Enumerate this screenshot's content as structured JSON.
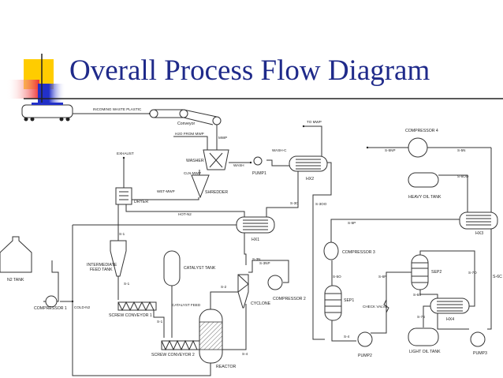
{
  "slide": {
    "title": "Overall Process Flow Diagram",
    "title_color": "#1f2a8a"
  },
  "labels": {
    "incoming": "INCOMING WASTE PLASTIC",
    "conveyor": "Conveyor",
    "mwp": "MWP",
    "h2o": "H2O FROM MWP",
    "washer": "WASHER",
    "wash": "WASH",
    "cln_mwp": "CLN-MWP",
    "shredder": "SHREDDER",
    "wet_mwp": "WET-MWP",
    "dryer": "DRYER",
    "exhaust": "EXHAUST",
    "hot_n2": "HOT-N2",
    "s1a": "S-1",
    "s1b": "S-1",
    "s1c": "S-1",
    "ift1": "INTERMEDIATE",
    "ift2": "FEED TANK",
    "n2_tank": "N2 TANK",
    "compressor1": "COMPRESSOR 1",
    "cold_n2": "COLD-N2",
    "sc1": "SCREW CONVEYOR 1",
    "sc2": "SCREW CONVEYOR 2",
    "catalyst_tank": "CATALYST TANK",
    "catalyst_feed": "CATALYST FEED",
    "reactor": "REACTOR",
    "s2": "S-2",
    "s4a": "S-4",
    "cyclone": "CYCLONE",
    "s3n": "S-3N",
    "s3np": "S-3NP",
    "compressor2": "COMPRESSOR 2",
    "hx1": "HX1",
    "to_mwp": "TO MWP",
    "wash_c": "WASH-C",
    "pump1": "PUMP1",
    "hx2": "HX2",
    "s3c": "S-3C",
    "s3oo": "S-3OO",
    "compressor4": "COMPRESSOR 4",
    "s5np": "S-5NP",
    "s5n": "S-5N",
    "heavy_oil": "HEAVY OIL TANK",
    "s6oo": "S-6OO",
    "s5p": "S-5P",
    "hx3": "HX3",
    "compressor3": "COMPRESSOR 3",
    "s5o": "S-5O",
    "sep1": "SEP1",
    "s4b": "S-4",
    "pump2": "PUMP2",
    "check_valve": "CHECK VALVE",
    "s6p": "S-6P",
    "sep2": "SEP2",
    "s7o": "S-7O",
    "s6s": "S-6S",
    "hx4": "HX4",
    "s7s": "S-7S",
    "light_oil": "LIGHT OIL TANK",
    "pump3": "PUMP3",
    "s6c": "S-6C"
  }
}
